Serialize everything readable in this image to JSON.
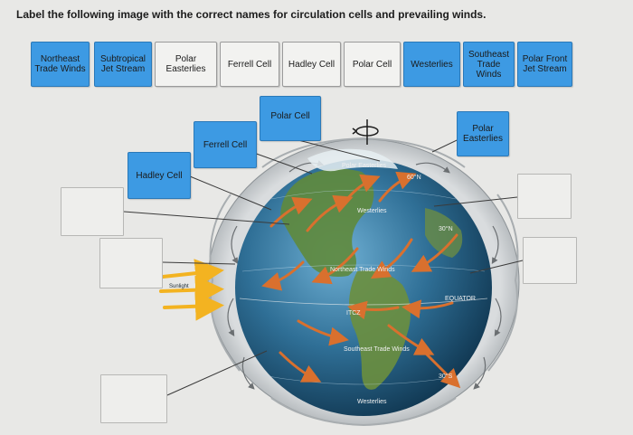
{
  "question": {
    "instructions": "Label the following image with the correct names for circulation cells and prevailing winds."
  },
  "word_bank": [
    {
      "label": "Northeast Trade Winds",
      "style": "blue"
    },
    {
      "label": "Subtropical Jet Stream",
      "style": "blue"
    },
    {
      "label": "Polar Easterlies",
      "style": "white"
    },
    {
      "label": "Ferrell Cell",
      "style": "white"
    },
    {
      "label": "Hadley Cell",
      "style": "white"
    },
    {
      "label": "Polar Cell",
      "style": "white"
    },
    {
      "label": "Westerlies",
      "style": "blue"
    },
    {
      "label": "Southeast Trade Winds",
      "style": "blue"
    },
    {
      "label": "Polar Front Jet Stream",
      "style": "blue"
    }
  ],
  "placed_labels": {
    "polar_cell": "Polar Cell",
    "ferrell_cell": "Ferrell Cell",
    "hadley_cell": "Hadley Cell",
    "polar_easterlies": "Polar Easterlies"
  },
  "globe_labels": {
    "polar_easterlies": "Polar Easterlies",
    "sixty_n": "60°N",
    "westerlies_north": "Westerlies",
    "thirty_n": "30°N",
    "northeast_trade_winds": "Northeast Trade Winds",
    "equator": "EQUATOR",
    "itcz": "ITCZ",
    "southeast_trade_winds": "Southeast Trade Winds",
    "thirty_s": "30°S",
    "westerlies_south": "Westerlies",
    "sunlight": "Sunlight"
  },
  "colors": {
    "accent_blue": "#3d9ae3",
    "ocean": "#2f6f96",
    "land": "#5f8a3c",
    "wind_arrow": "#d9702e",
    "sun_arrow": "#f3b321"
  }
}
